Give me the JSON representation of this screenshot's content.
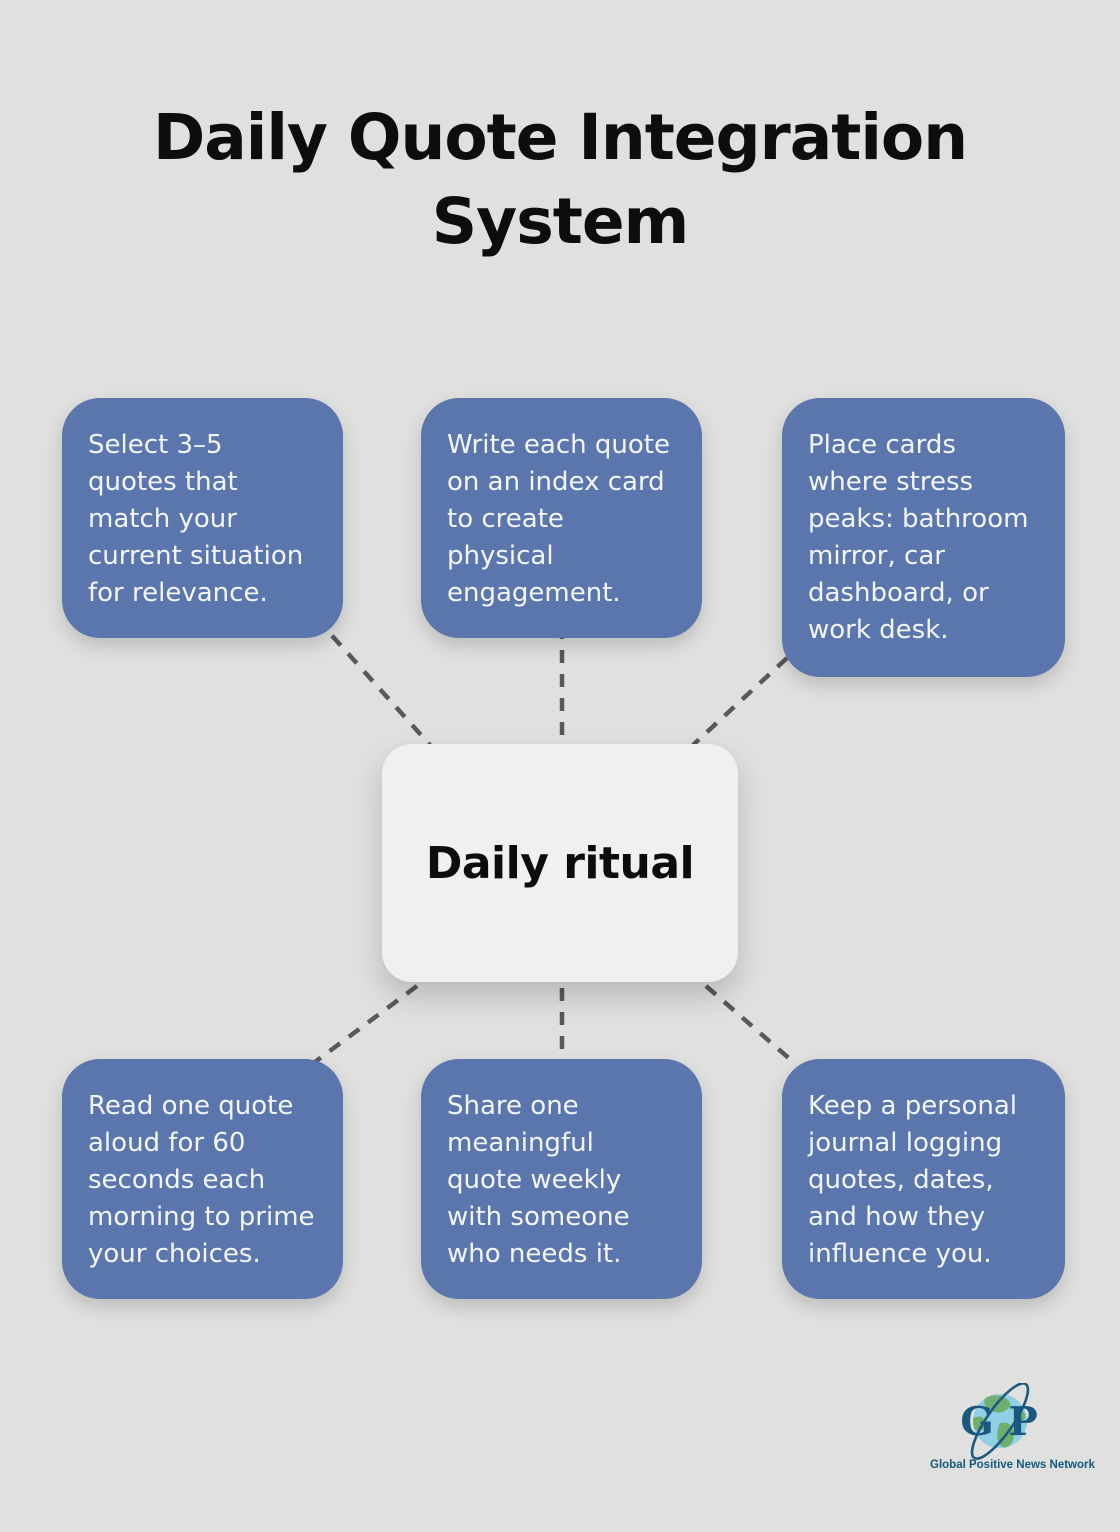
{
  "title": "Daily Quote Integration System",
  "center": {
    "label": "Daily ritual"
  },
  "nodes": [
    {
      "id": "top-left",
      "text": "Select 3–5 quotes that match your current situation for relevance."
    },
    {
      "id": "top-middle",
      "text": "Write each quote on an index card to create physical engagement."
    },
    {
      "id": "top-right",
      "text": "Place cards where stress peaks: bathroom mirror, car dashboard, or work desk."
    },
    {
      "id": "bottom-left",
      "text": "Read one quote aloud for 60 seconds each morning to prime your choices."
    },
    {
      "id": "bottom-middle",
      "text": "Share one meaningful quote weekly with someone who needs it."
    },
    {
      "id": "bottom-right",
      "text": "Keep a personal journal logging quotes, dates, and how they influence you."
    }
  ],
  "logo": {
    "letter_left": "G",
    "letter_right": "P",
    "caption": "Global Positive News Network"
  },
  "colors": {
    "background": "#e0e0df",
    "node_fill": "#5b76ad",
    "node_text": "#f3f5fa",
    "center_fill": "#f0f0f2",
    "connector": "#58595a",
    "logo_blue": "#15597e",
    "globe_water": "#8fd0e4",
    "globe_land": "#6fae6f"
  }
}
